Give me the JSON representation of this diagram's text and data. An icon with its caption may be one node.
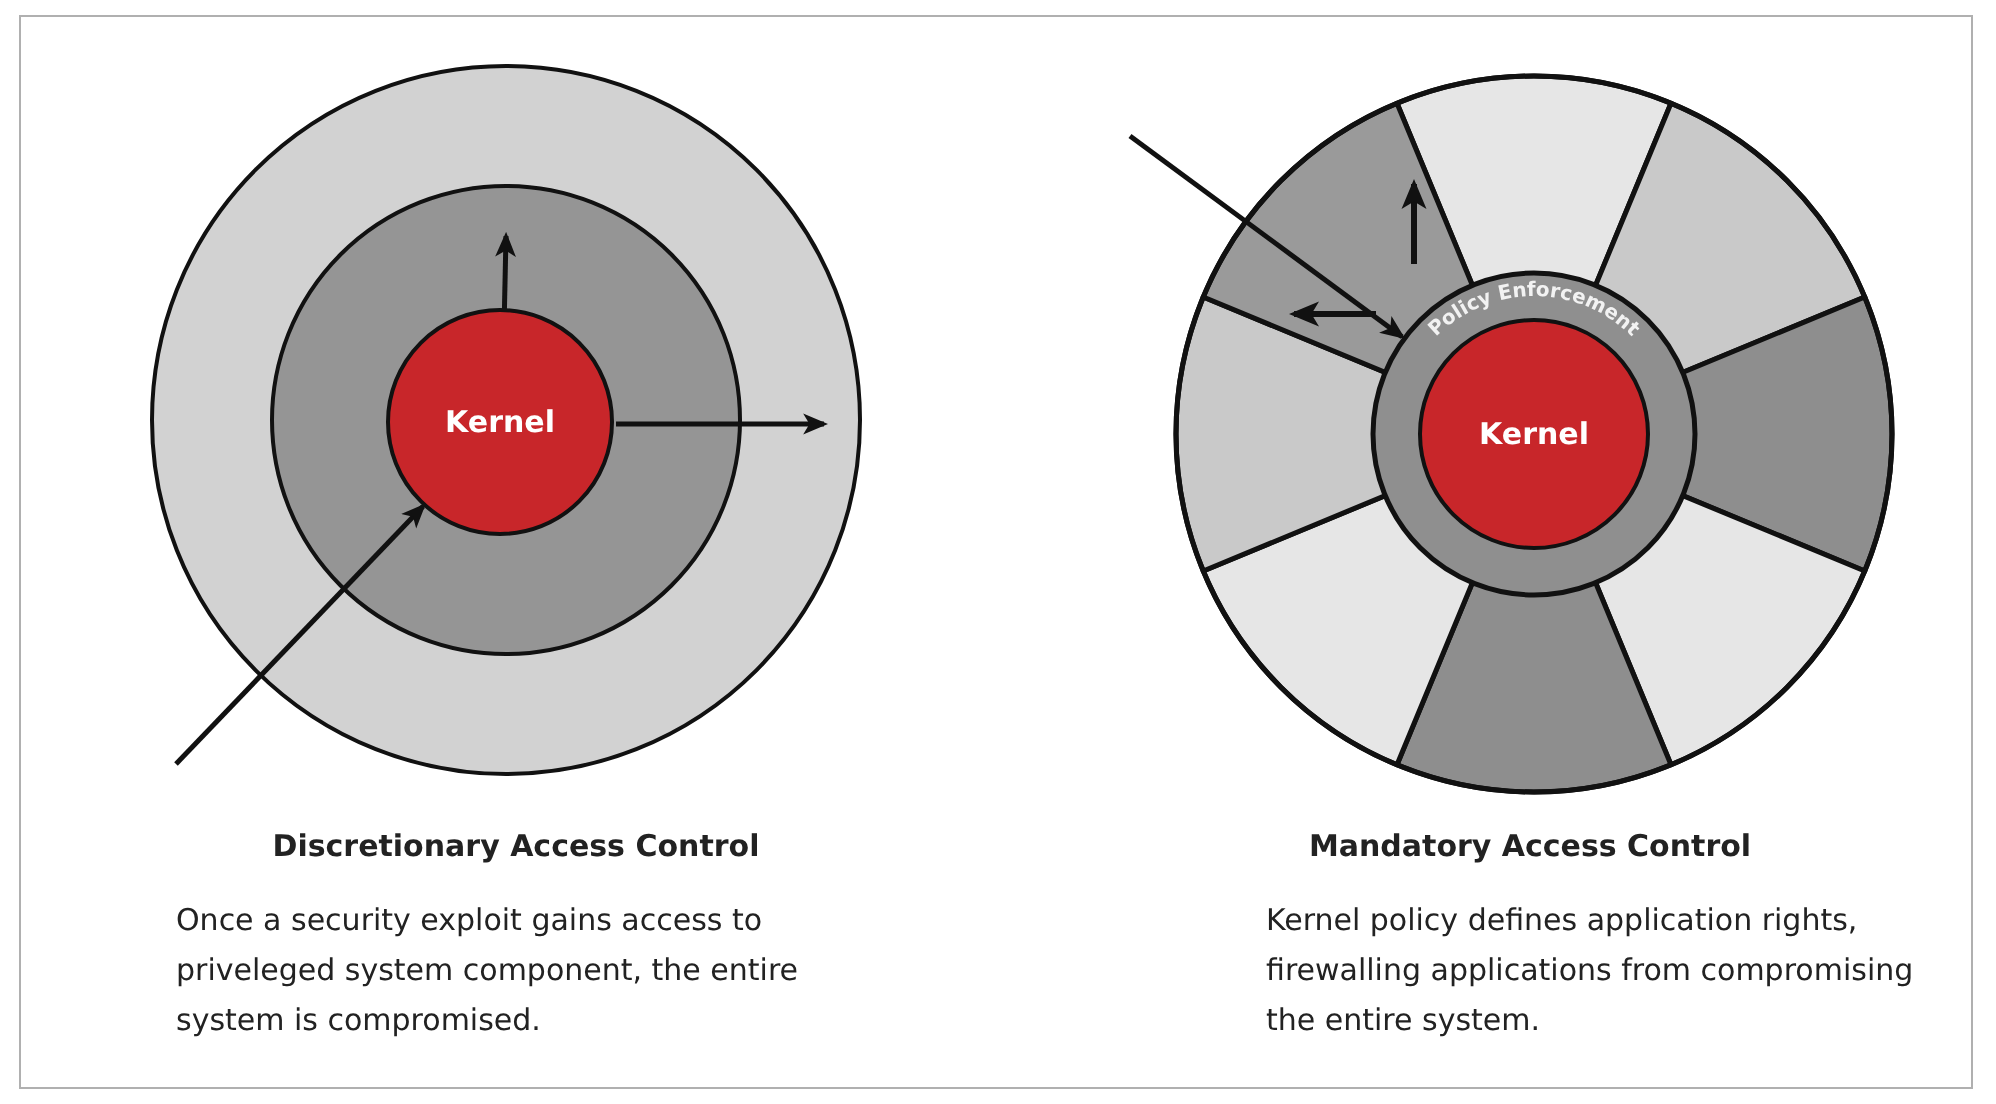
{
  "diagram": {
    "nodes": [
      {
        "text": [],
        "shape": "circle"
      },
      {
        "text": [],
        "shape": "circle",
        "in": 0
      },
      {
        "text": [
          "Kernel"
        ],
        "in": 1
      },
      {
        "text": [],
        "shape": "circle"
      },
      {
        "text": [
          "Policy Enforcement"
        ],
        "in": 3
      },
      {
        "text": [
          "Kernel"
        ],
        "in": 4
      }
    ],
    "edges": [
      {
        "from": null,
        "to": 2,
        "arrow": "to"
      },
      {
        "from": 2,
        "to": null,
        "arrow": "to"
      },
      {
        "from": 2,
        "to": null,
        "arrow": "to"
      },
      {
        "from": null,
        "to": 4,
        "arrow": "to"
      }
    ],
    "labels": [
      "Discretionary Access Control",
      "Once a security exploit gains access to priveleged system component, the entire system is compromised.",
      "Mandatory Access Control",
      "Kernel policy defines application rights, firewalling applications from compromising the entire system."
    ]
  }
}
